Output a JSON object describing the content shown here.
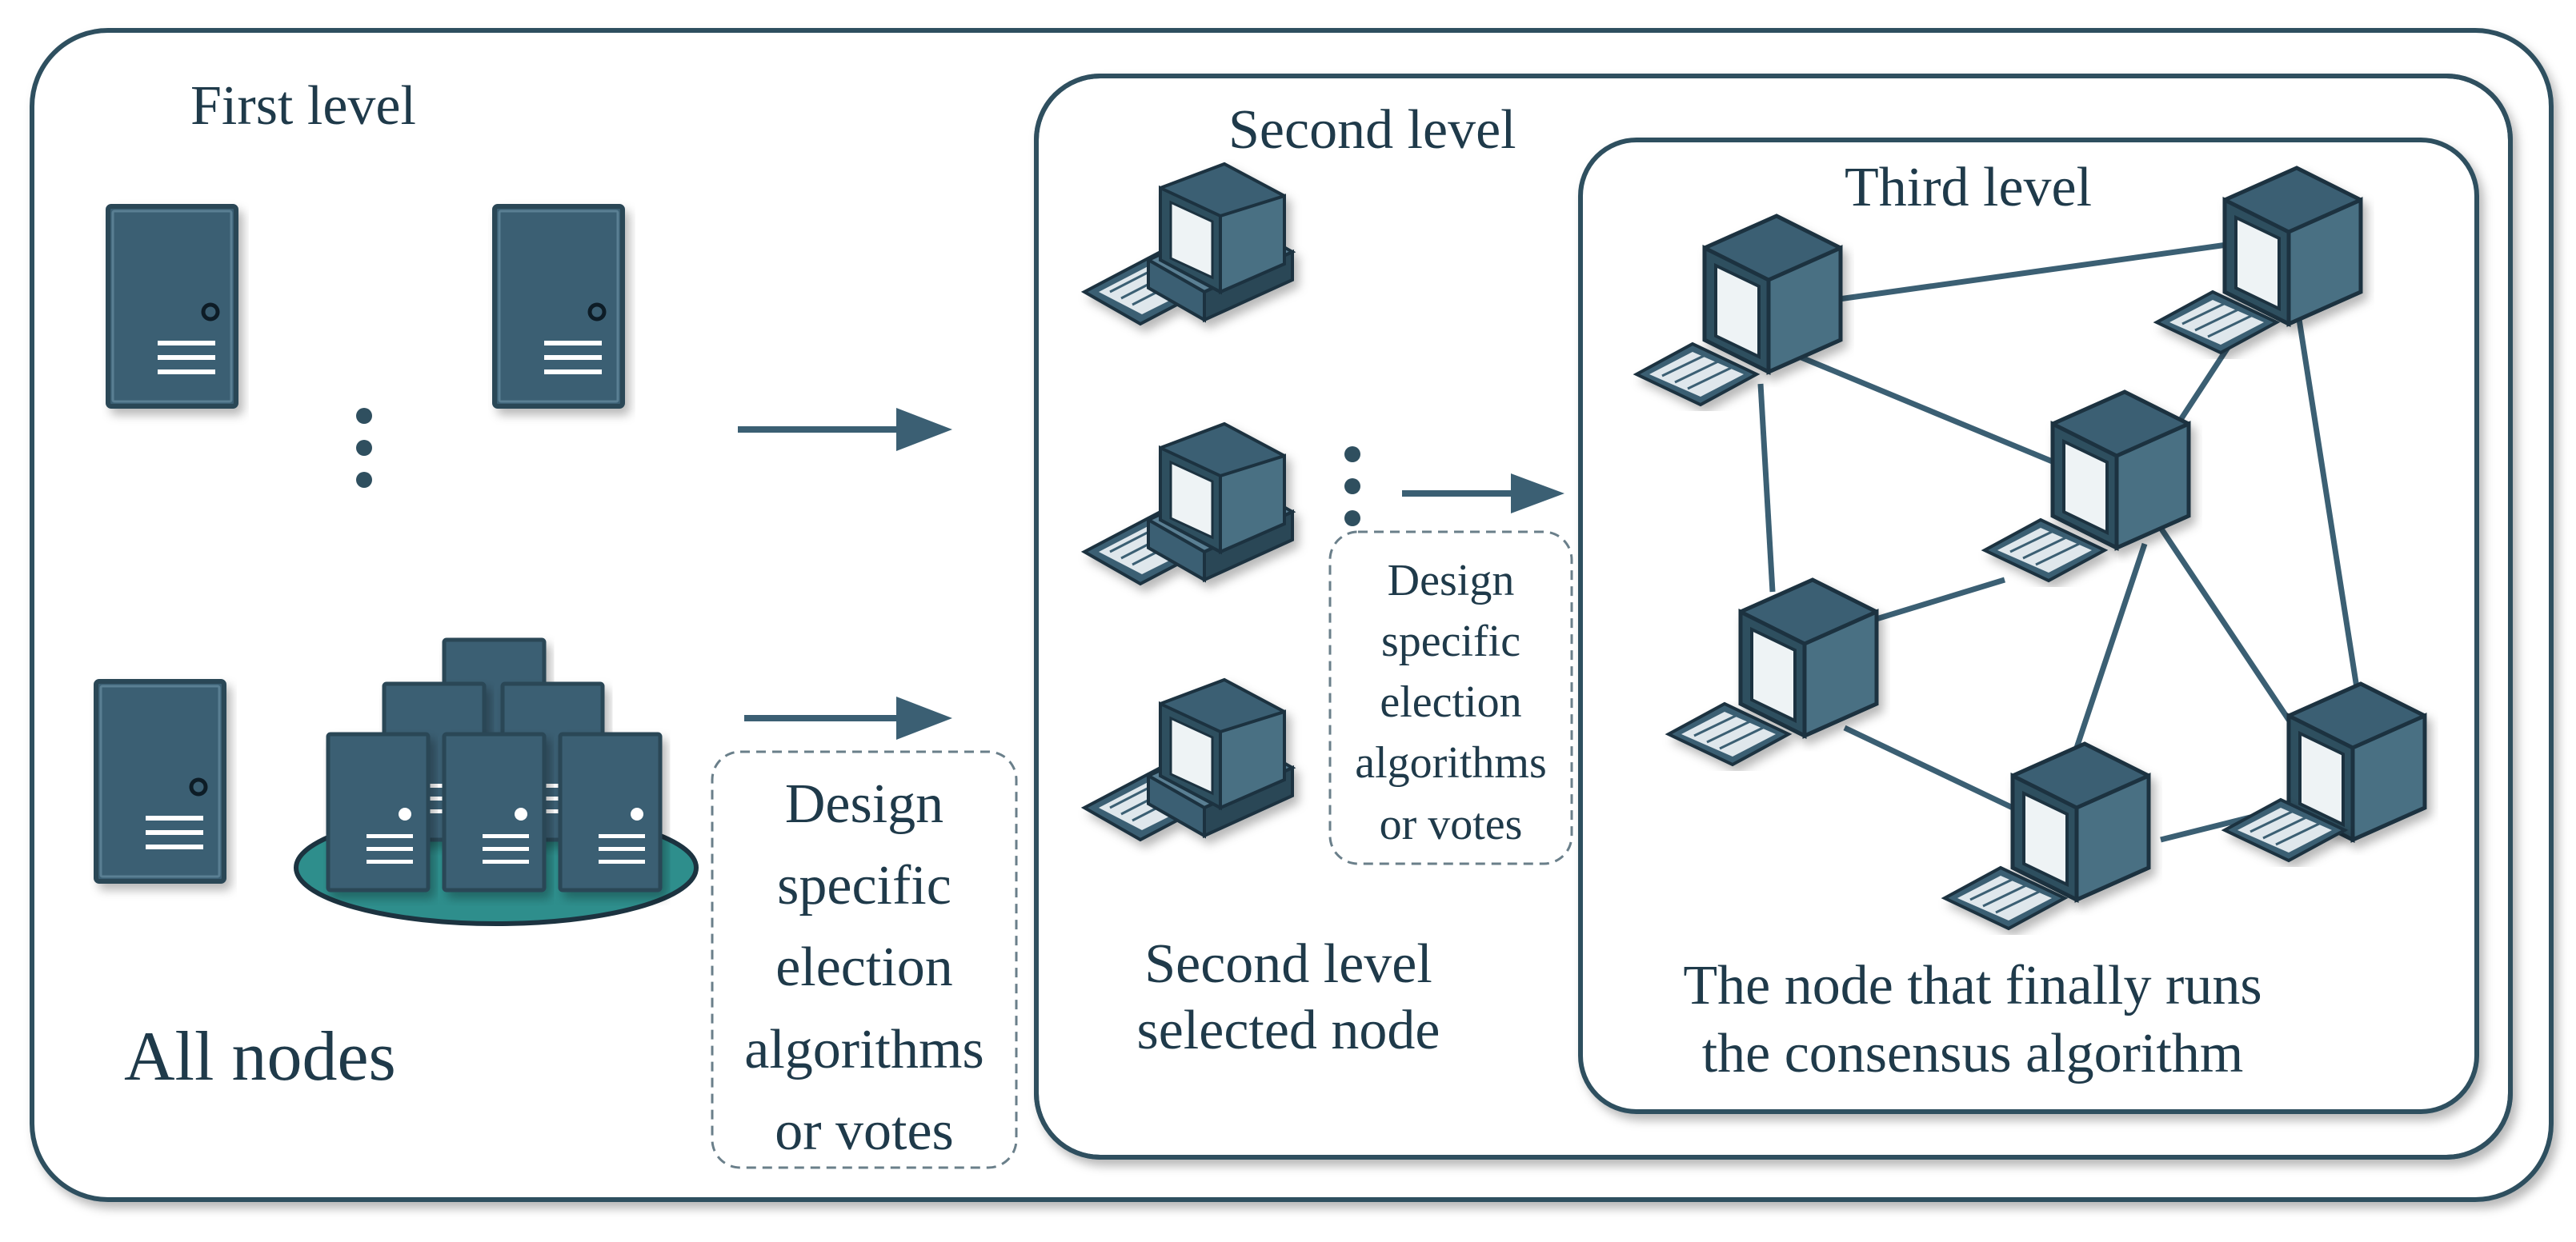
{
  "levels": {
    "first_title": "First level",
    "second_title": "Second level",
    "third_title": "Third level"
  },
  "captions": {
    "all_nodes": "All nodes",
    "second_selected": [
      "Second level",
      "selected node"
    ],
    "final_nodes": [
      "The node that finally runs",
      "the consensus algorithm"
    ]
  },
  "notes": {
    "first": [
      "Design",
      "specific",
      "election",
      "algorithms",
      "or votes"
    ],
    "second": [
      "Design",
      "specific",
      "election",
      "algorithms",
      "or votes"
    ]
  },
  "colors": {
    "frame": "#2f4f5f",
    "device": "#3b5f73",
    "device_dark": "#2a4656",
    "device_light": "#5a7f93",
    "platform": "#2e8e8c",
    "text": "#1f3a4a"
  },
  "icons": {
    "server": "server-tower-icon",
    "cluster": "server-cluster-icon",
    "computer": "desktop-computer-icon",
    "arrow": "right-arrow-icon",
    "ellipsis": "vertical-ellipsis-icon"
  }
}
